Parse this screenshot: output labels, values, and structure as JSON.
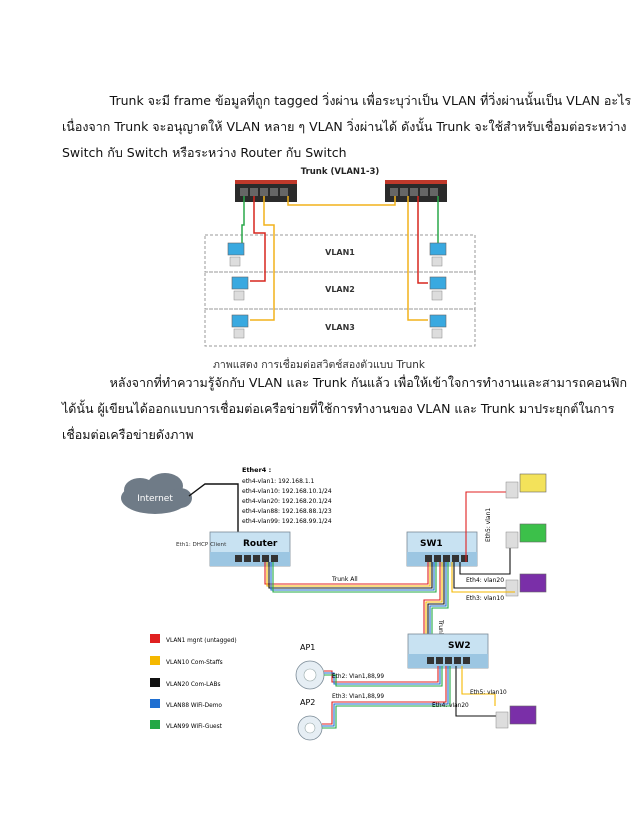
{
  "para1": [
    "            Trunk จะมี frame ข้อมูลที่ถูก tagged วิ่งผ่าน เพื่อระบุว่าเป็น VLAN ที่วิ่งผ่านนั้นเป็น VLAN อะไร",
    "เนื่องจาก Trunk จะอนุญาตให้ VLAN หลาย ๆ VLAN วิ่งผ่านได้ ดังนั้น Trunk จะใช้สำหรับเชื่อมต่อระหว่าง",
    "Switch กับ Switch หรือระหว่าง Router กับ Switch"
  ],
  "fig1": {
    "trunk_label": "Trunk (VLAN1-3)",
    "vlans": [
      "VLAN1",
      "VLAN2",
      "VLAN3"
    ],
    "caption": "ภาพแสดง การเชื่อมต่อสวิตช์สองตัวแบบ Trunk",
    "colors": {
      "vlan1": "#2aa84a",
      "vlan2": "#d7261e",
      "vlan3": "#f2b21b",
      "box": "#999999"
    }
  },
  "para2": [
    "            หลังจากที่ทำความรู้จักกับ VLAN และ Trunk  กันแล้ว เพื่อให้เข้าใจการทำงานและสามารถคอนฟิก",
    "ได้นั้น ผู้เขียนได้ออกแบบการเชื่อมต่อเครือข่ายที่ใช้การทำงานของ  VLAN และ Trunk มาประยุกต์ในการ",
    "เชื่อมต่อเครือข่ายดังภาพ"
  ],
  "fig2": {
    "internet": "Internet",
    "router": "Router",
    "sw1": "SW1",
    "sw2": "SW2",
    "ap1": "AP1",
    "ap2": "AP2",
    "ether4_title": "Ether4 :",
    "ether4_lines": [
      "eth4-vlan1: 192.168.1.1",
      "eth4-vlan10: 192.168.10.1/24",
      "eth4-vlan20: 192.168.20.1/24",
      "eth4-vlan88: 192.168.88.1/23",
      "eth4-vlan99: 192.168.99.1/24"
    ],
    "eth1": "Eth1: DHCP Client",
    "trunk_all": "Trunk All",
    "trunk_all_v": "Trunk All",
    "sw1_eth5": "Eth5: vlan1",
    "sw1_eth4": "Eth4: vlan20",
    "sw1_eth3": "Eth3: vlan10",
    "sw2_eth2": "Eth2: Vlan1,88,99",
    "sw2_eth3": "Eth3: Vlan1,88,99",
    "sw2_eth5": "Eth5: vlan10",
    "sw2_eth4": "Eth4: vlan20",
    "legend": [
      {
        "label": "VLAN1 mgnt (untagged)",
        "color": "#e02020"
      },
      {
        "label": "VLAN10 Com-Staffs",
        "color": "#f5b800"
      },
      {
        "label": "VLAN20 Com-LABs",
        "color": "#111111"
      },
      {
        "label": "VLAN88 WiFi-Demo",
        "color": "#1f6fd1"
      },
      {
        "label": "VLAN99 WiFi-Guest",
        "color": "#22a845"
      }
    ],
    "colors": {
      "pc_yellow": "#f3e25a",
      "pc_green": "#3cc04a",
      "pc_purple": "#7a2fa8",
      "device": "#c8e2f2"
    }
  }
}
